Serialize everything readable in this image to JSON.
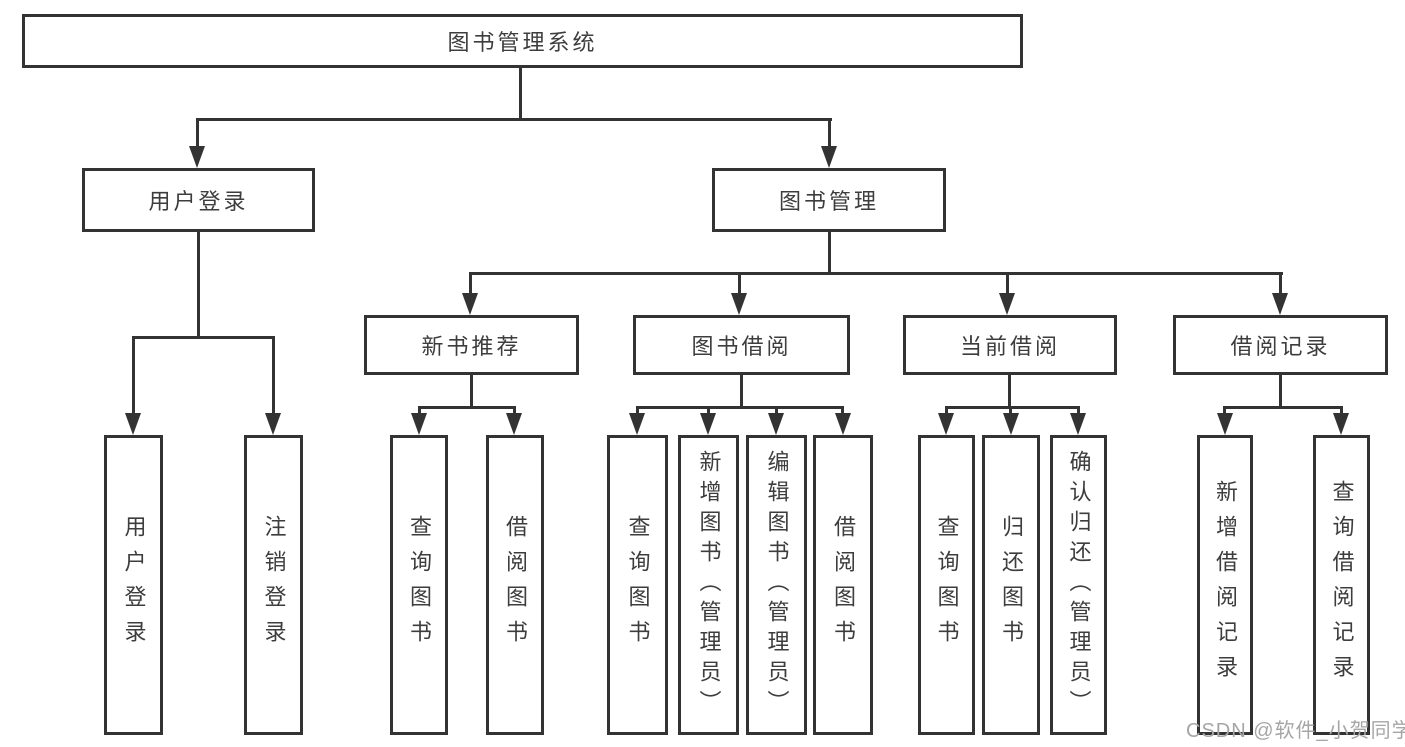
{
  "colors": {
    "line": "#333333",
    "box_border": "#333333",
    "text": "#3d3d3d",
    "watermark": "#a6a6a6",
    "background": "#ffffff"
  },
  "watermark": {
    "text": "CSDN @软件_小贺同学"
  },
  "tree": {
    "label": "图书管理系统",
    "children": [
      {
        "label": "用户登录",
        "children": [
          {
            "label": "用户登录"
          },
          {
            "label": "注销登录"
          }
        ]
      },
      {
        "label": "图书管理",
        "children": [
          {
            "label": "新书推荐",
            "children": [
              {
                "label": "查询图书"
              },
              {
                "label": "借阅图书"
              }
            ]
          },
          {
            "label": "图书借阅",
            "children": [
              {
                "label": "查询图书"
              },
              {
                "label": "新增图书（管理员）"
              },
              {
                "label": "编辑图书（管理员）"
              },
              {
                "label": "借阅图书"
              }
            ]
          },
          {
            "label": "当前借阅",
            "children": [
              {
                "label": "查询图书"
              },
              {
                "label": "归还图书"
              },
              {
                "label": "确认归还（管理员）"
              }
            ]
          },
          {
            "label": "借阅记录",
            "children": [
              {
                "label": "新增借阅记录"
              },
              {
                "label": "查询借阅记录"
              }
            ]
          }
        ]
      }
    ]
  }
}
